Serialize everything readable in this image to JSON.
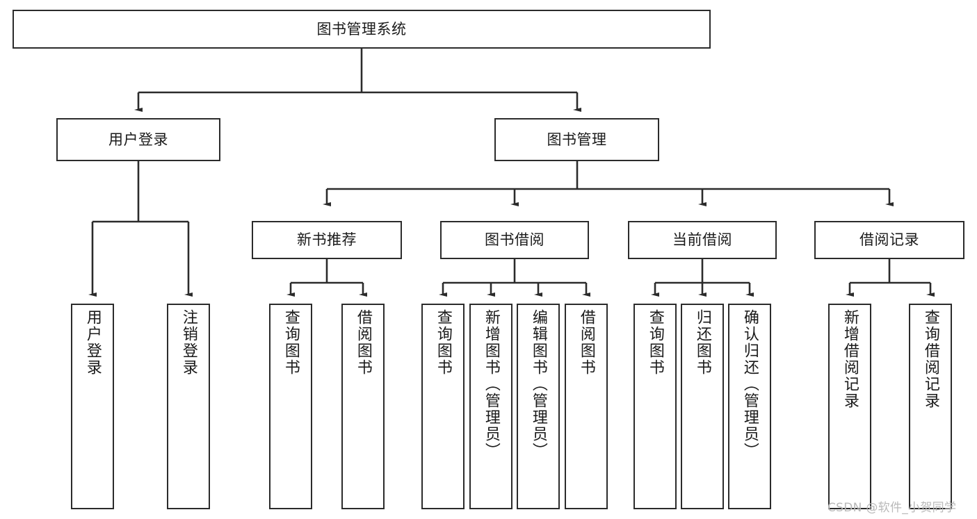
{
  "diagram": {
    "type": "tree-hierarchy",
    "title": "图书管理系统",
    "levels": 4,
    "colors": {
      "background": "#ffffff",
      "node_border": "#2b2b2b",
      "node_fill": "#ffffff",
      "edge": "#2b2b2b",
      "text": "#1a1a1a",
      "watermark": "#b9b9b9"
    },
    "root": {
      "label": "图书管理系统"
    },
    "level2": [
      {
        "label": "用户登录"
      },
      {
        "label": "图书管理"
      }
    ],
    "level3": [
      {
        "label": "新书推荐"
      },
      {
        "label": "图书借阅"
      },
      {
        "label": "当前借阅"
      },
      {
        "label": "借阅记录"
      }
    ],
    "leaves": {
      "user_login": [
        {
          "label": "用户登录"
        },
        {
          "label": "注销登录"
        }
      ],
      "new_book_recommend": [
        {
          "label": "查询图书"
        },
        {
          "label": "借阅图书"
        }
      ],
      "book_borrow": [
        {
          "label": "查询图书"
        },
        {
          "label": "新增图书（管理员）"
        },
        {
          "label": "编辑图书（管理员）"
        },
        {
          "label": "借阅图书"
        }
      ],
      "current_borrow": [
        {
          "label": "查询图书"
        },
        {
          "label": "归还图书"
        },
        {
          "label": "确认归还（管理员）"
        }
      ],
      "borrow_record": [
        {
          "label": "新增借阅记录"
        },
        {
          "label": "查询借阅记录"
        }
      ]
    },
    "watermark": "CSDN @软件_小贺同学"
  }
}
